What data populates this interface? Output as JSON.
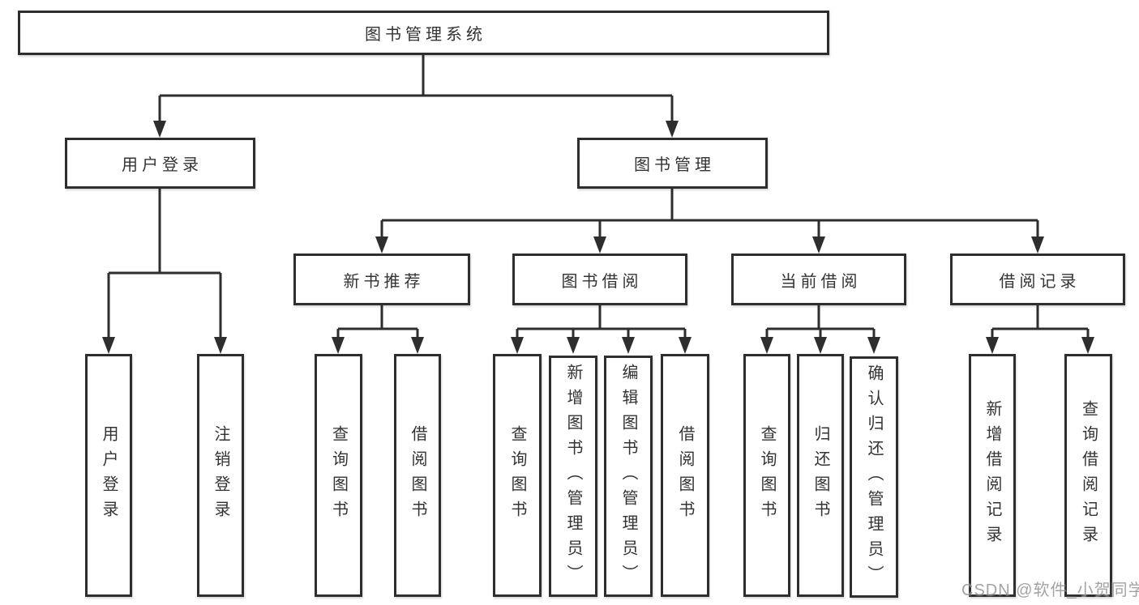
{
  "diagram": {
    "root": {
      "label": "图书管理系统"
    },
    "branches": [
      {
        "label": "用户登录",
        "children": [
          {
            "label": "用户登录"
          },
          {
            "label": "注销登录"
          }
        ]
      },
      {
        "label": "图书管理",
        "children": [
          {
            "label": "新书推荐",
            "children": [
              {
                "label": "查询图书"
              },
              {
                "label": "借阅图书"
              }
            ]
          },
          {
            "label": "图书借阅",
            "children": [
              {
                "label": "查询图书"
              },
              {
                "label": "新增图书（管理员）"
              },
              {
                "label": "编辑图书（管理员）"
              },
              {
                "label": "借阅图书"
              }
            ]
          },
          {
            "label": "当前借阅",
            "children": [
              {
                "label": "查询图书"
              },
              {
                "label": "归还图书"
              },
              {
                "label": "确认归还（管理员）"
              }
            ]
          },
          {
            "label": "借阅记录",
            "children": [
              {
                "label": "新增借阅记录"
              },
              {
                "label": "查询借阅记录"
              }
            ]
          }
        ]
      }
    ],
    "watermark": "CSDN @软件_小贺同学",
    "colors": {
      "line": "#2e2e2e",
      "box_border": "#2e2e2e",
      "box_background": "#ffffff",
      "text": "#333333",
      "watermark_text": "#8f8f8f",
      "page_background": "#ffffff"
    }
  }
}
